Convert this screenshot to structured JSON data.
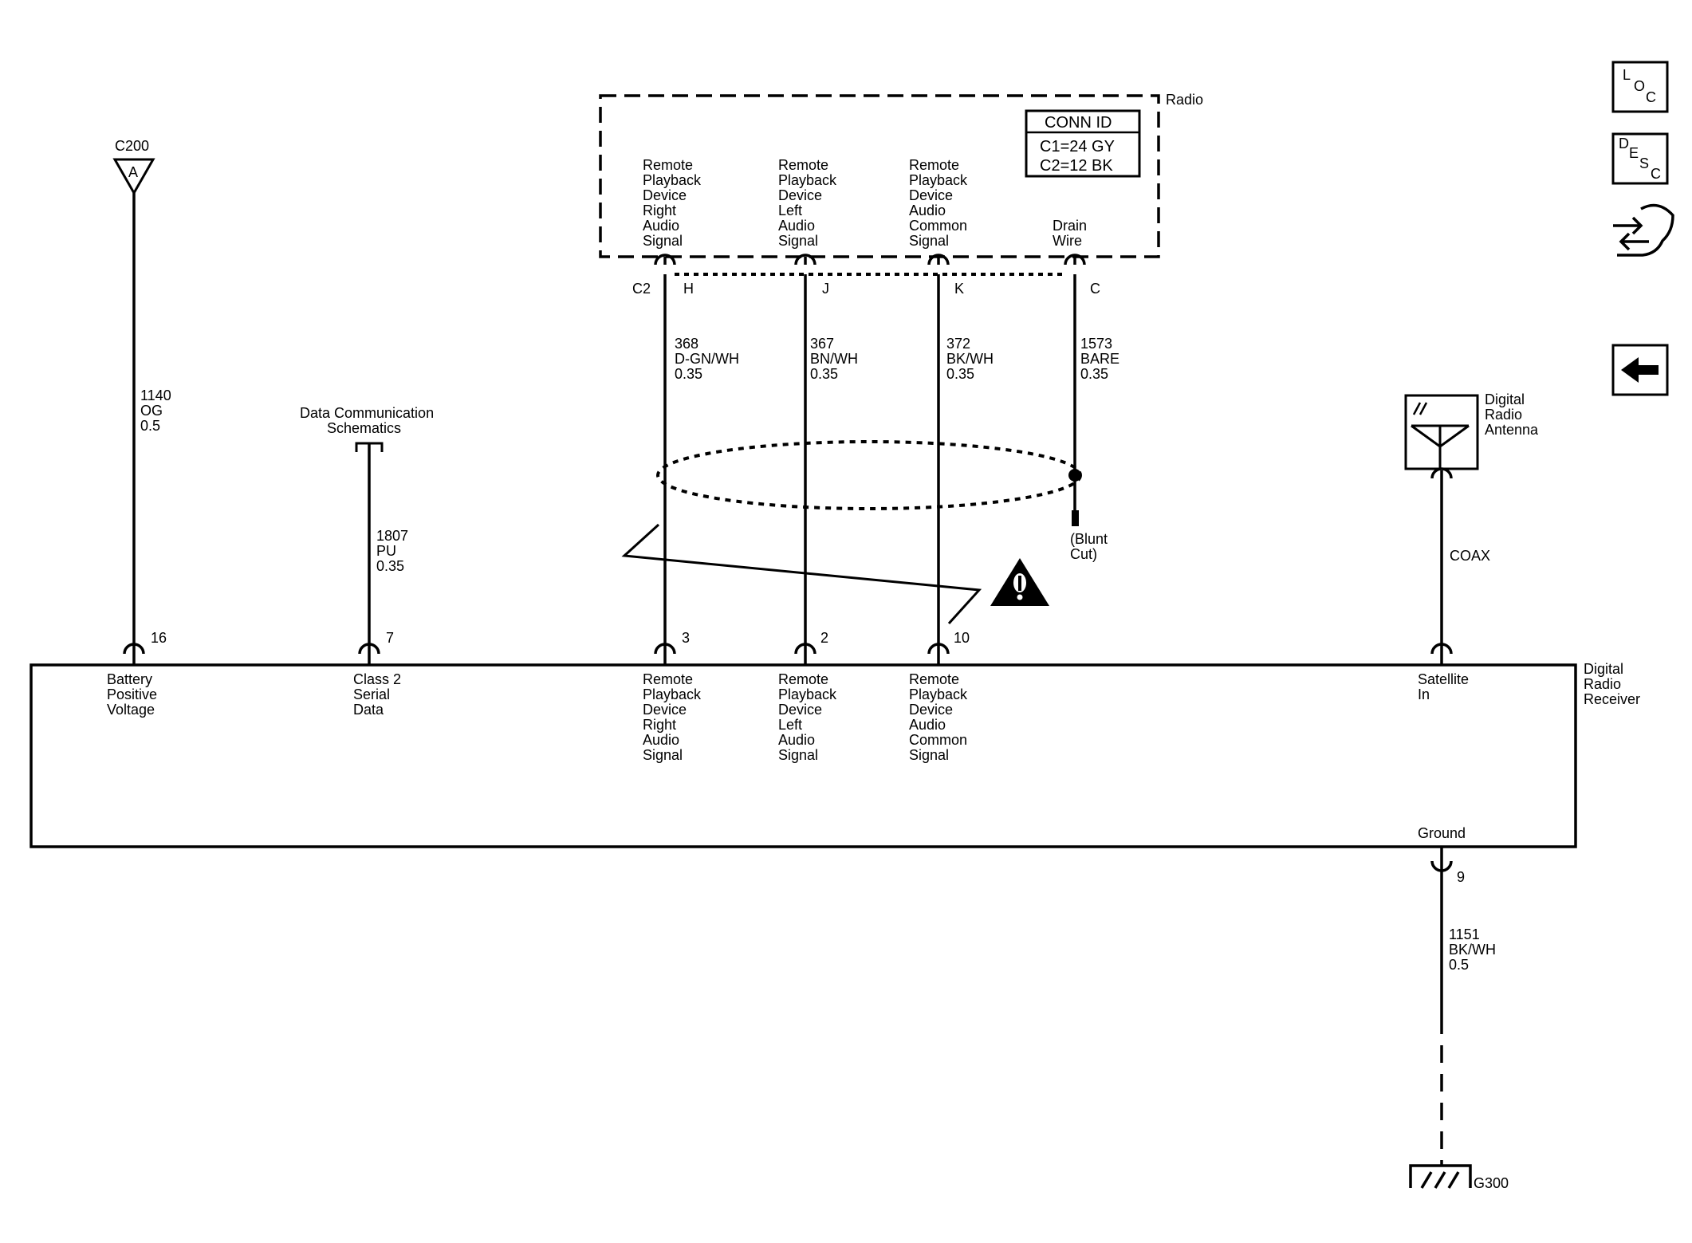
{
  "radio": {
    "title": "Radio",
    "conn_id_header": "CONN ID",
    "conn_c1": "C1=24 GY",
    "conn_c2": "C2=12 BK",
    "connector": "C2",
    "pins": [
      {
        "label": [
          "Remote",
          "Playback",
          "Device",
          "Right",
          "Audio",
          "Signal"
        ],
        "pin": "H"
      },
      {
        "label": [
          "Remote",
          "Playback",
          "Device",
          "Left",
          "Audio",
          "Signal"
        ],
        "pin": "J"
      },
      {
        "label": [
          "Remote",
          "Playback",
          "Device",
          "Audio",
          "Common",
          "Signal"
        ],
        "pin": "K"
      },
      {
        "label": [
          "Drain",
          "Wire"
        ],
        "pin": "C"
      }
    ]
  },
  "wires": [
    {
      "circuit": "368",
      "color": "D-GN/WH",
      "gauge": "0.35"
    },
    {
      "circuit": "367",
      "color": "BN/WH",
      "gauge": "0.35"
    },
    {
      "circuit": "372",
      "color": "BK/WH",
      "gauge": "0.35"
    },
    {
      "circuit": "1573",
      "color": "BARE",
      "gauge": "0.35"
    },
    {
      "circuit": "1140",
      "color": "OG",
      "gauge": "0.5"
    },
    {
      "circuit": "1807",
      "color": "PU",
      "gauge": "0.35"
    },
    {
      "circuit": "1151",
      "color": "BK/WH",
      "gauge": "0.5"
    }
  ],
  "c200": {
    "name": "C200",
    "pin": "A"
  },
  "data_comm": [
    "Data Communication",
    "Schematics"
  ],
  "blunt_cut": [
    "(Blunt",
    "Cut)"
  ],
  "antenna": {
    "label": [
      "Digital",
      "Radio",
      "Antenna"
    ],
    "wire": "COAX"
  },
  "receiver": {
    "title": [
      "Digital",
      "Radio",
      "Receiver"
    ],
    "pins": [
      {
        "num": "16",
        "label": [
          "Battery",
          "Positive",
          "Voltage"
        ]
      },
      {
        "num": "7",
        "label": [
          "Class 2",
          "Serial",
          "Data"
        ]
      },
      {
        "num": "3",
        "label": [
          "Remote",
          "Playback",
          "Device",
          "Right",
          "Audio",
          "Signal"
        ]
      },
      {
        "num": "2",
        "label": [
          "Remote",
          "Playback",
          "Device",
          "Left",
          "Audio",
          "Signal"
        ]
      },
      {
        "num": "10",
        "label": [
          "Remote",
          "Playback",
          "Device",
          "Audio",
          "Common",
          "Signal"
        ]
      },
      {
        "num": "",
        "label": [
          "Satellite",
          "In"
        ]
      },
      {
        "num": "9",
        "label": [
          "Ground"
        ]
      }
    ]
  },
  "ground": "G300",
  "nav": {
    "loc": [
      "L",
      "O",
      "C"
    ],
    "desc": [
      "D",
      "E",
      "S",
      "C"
    ]
  }
}
